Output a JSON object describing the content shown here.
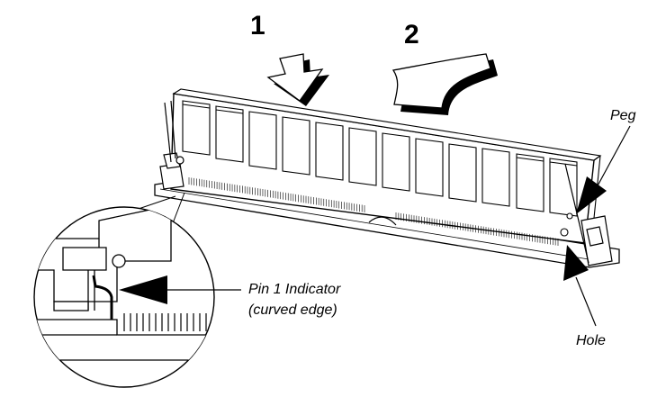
{
  "steps": {
    "step1": "1",
    "step2": "2"
  },
  "labels": {
    "peg": "Peg",
    "hole": "Hole",
    "pin1_line1": "Pin 1 Indicator",
    "pin1_line2": "(curved edge)"
  }
}
